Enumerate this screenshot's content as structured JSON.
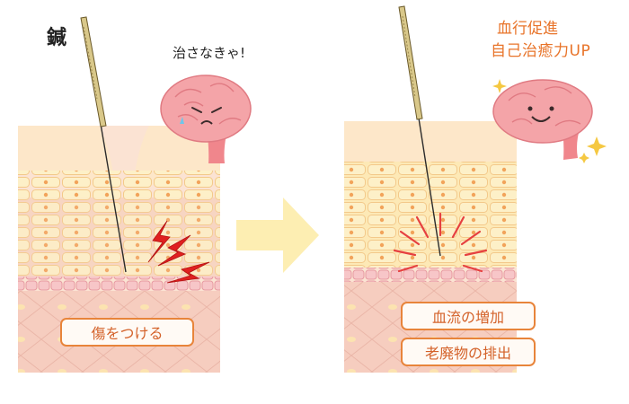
{
  "left_panel": {
    "label": "鍼",
    "speech": "治さなきゃ!",
    "caption": "傷をつける"
  },
  "right_panel": {
    "title_line1": "血行促進",
    "title_line2": "自己治癒力UP",
    "caption_1": "血流の増加",
    "caption_2": "老廃物の排出"
  },
  "icons": {
    "left_brain": "worried-brain-icon",
    "right_brain": "smiling-brain-icon",
    "arrow": "right-arrow-icon",
    "damage": "lightning-icon"
  },
  "colors": {
    "skin_pale": "#fbe3d3",
    "skin_cells": "#fde9b6",
    "skin_pink": "#f7cfc0",
    "membrane": "#f2b9bd",
    "needle": "#d9c88a",
    "accent": "#e8742a",
    "lightning": "#e02020",
    "arrow": "#fdeeb2",
    "brain": "#f4a4a8"
  }
}
